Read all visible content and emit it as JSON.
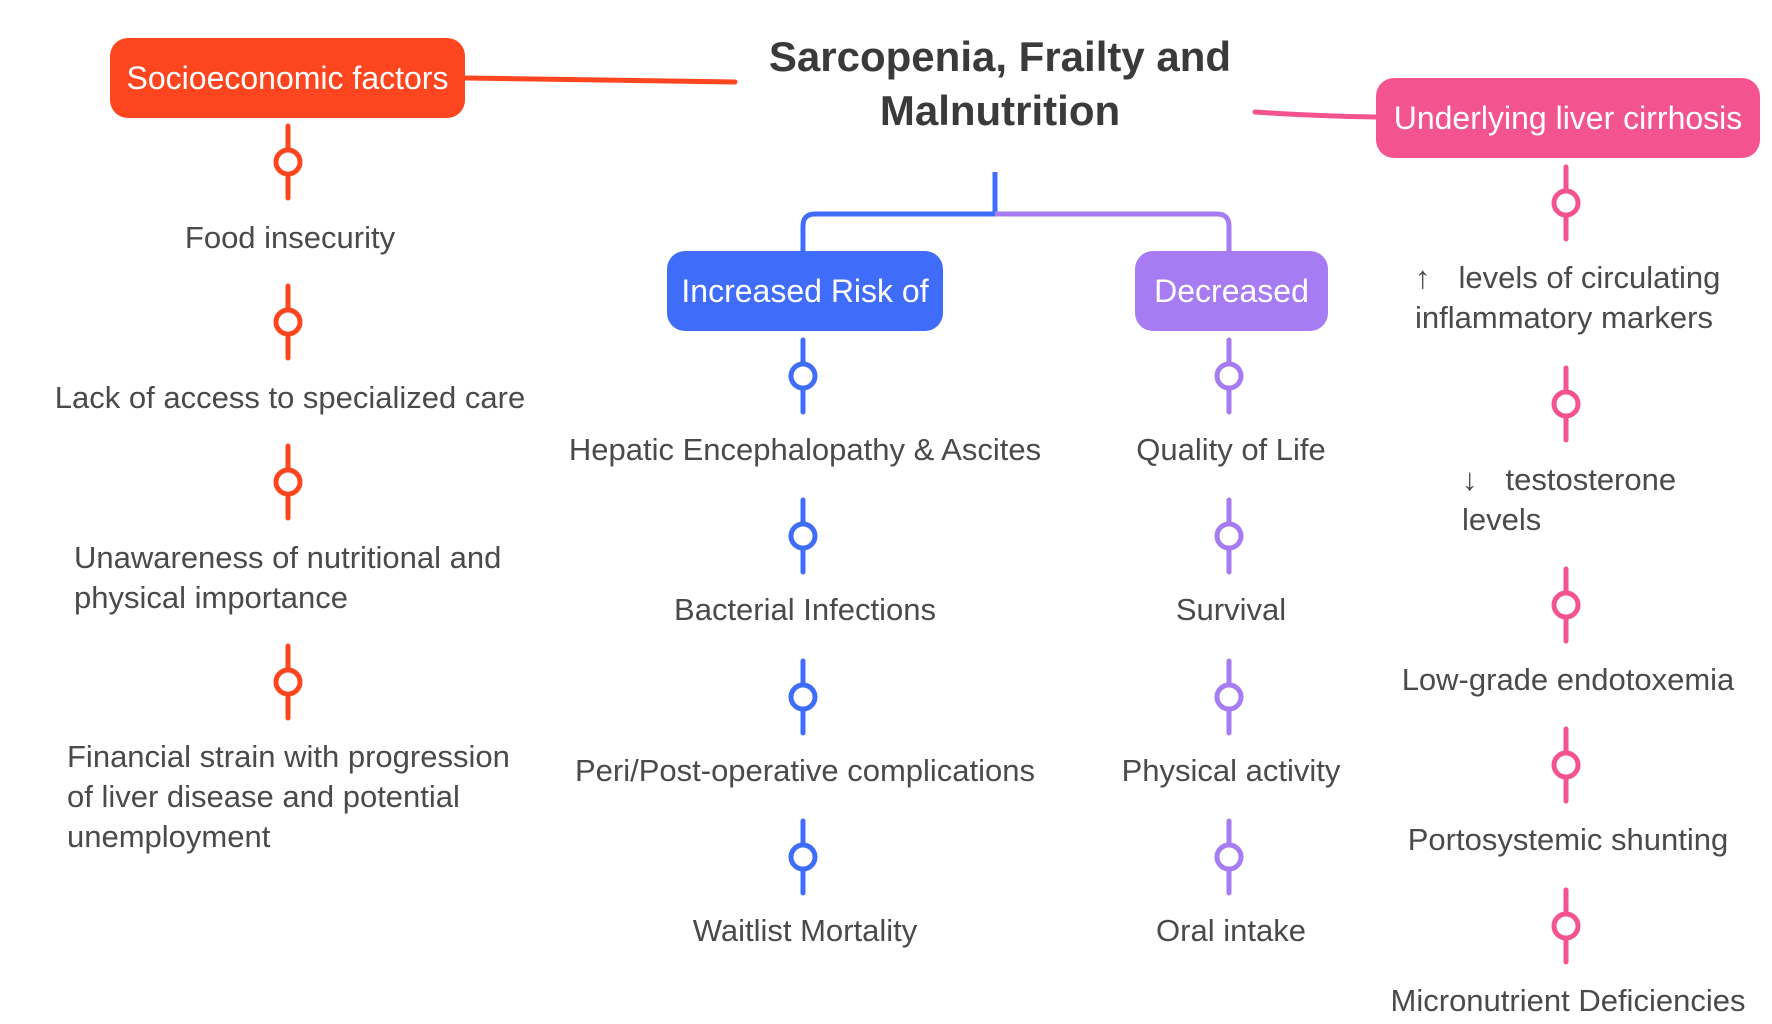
{
  "title": {
    "line1": "Sarcopenia, Frailty and",
    "line2": "Malnutrition"
  },
  "colors": {
    "red": "#fd4520",
    "blue": "#3f6dfa",
    "purple": "#a77bf2",
    "pink": "#f3538f",
    "text": "#4a4a4a",
    "title": "#3a3a3a"
  },
  "socioeconomic": {
    "label": "Socioeconomic factors",
    "items": [
      {
        "l1": "Food insecurity"
      },
      {
        "l1": "Lack of access to specialized care"
      },
      {
        "l1": "Unawareness of nutritional and",
        "l2": "physical importance"
      },
      {
        "l1": "Financial strain with progression",
        "l2": "of liver disease and potential",
        "l3": "unemployment"
      }
    ]
  },
  "increased": {
    "label": "Increased Risk of",
    "items": [
      "Hepatic Encephalopathy & Ascites",
      "Bacterial Infections",
      "Peri/Post-operative complications",
      "Waitlist Mortality"
    ]
  },
  "decreased": {
    "label": "Decreased",
    "items": [
      "Quality of Life",
      "Survival",
      "Physical activity",
      "Oral intake"
    ]
  },
  "cirrhosis": {
    "label": "Underlying liver cirrhosis",
    "items": [
      {
        "arrow": "↑",
        "l1": "levels of circulating",
        "l2": "inflammatory markers"
      },
      {
        "arrow": "↓",
        "l1": "testosterone",
        "l2": "levels"
      },
      {
        "l1": "Low-grade endotoxemia"
      },
      {
        "l1": "Portosystemic shunting"
      },
      {
        "l1": "Micronutrient Deficiencies"
      }
    ]
  }
}
